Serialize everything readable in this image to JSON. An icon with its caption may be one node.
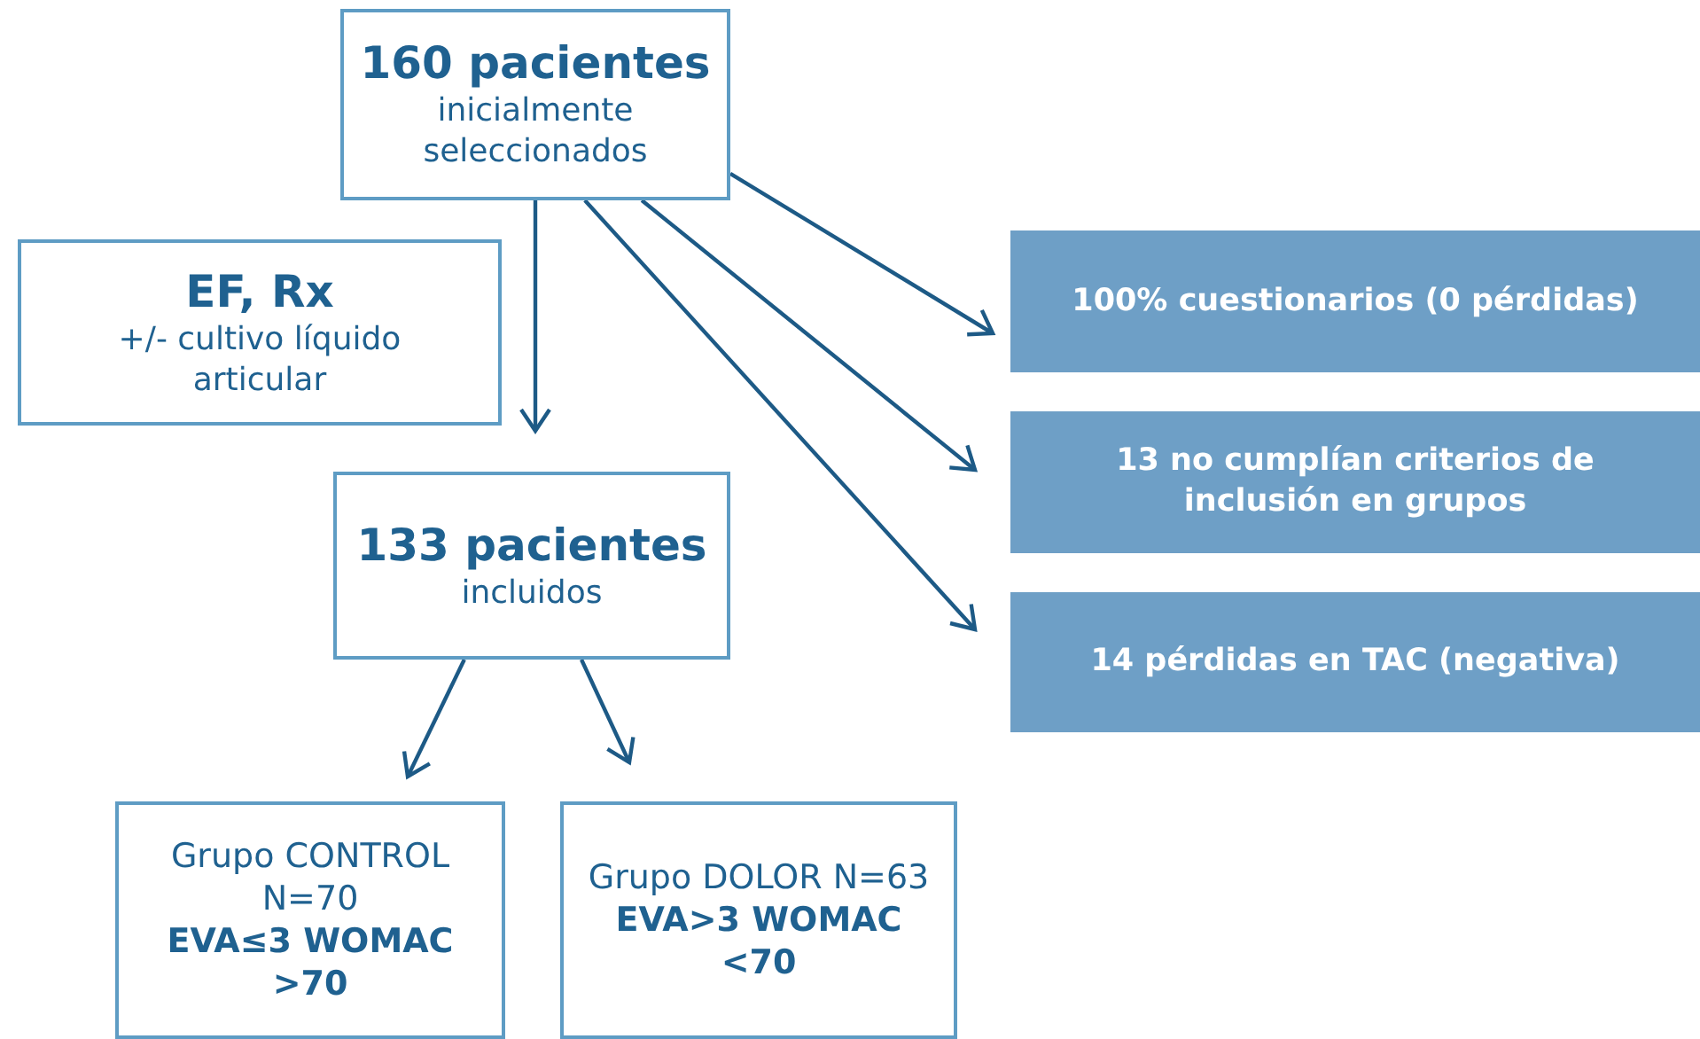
{
  "diagram": {
    "nodes": [
      {
        "text": [
          "160 pacientes",
          "inicialmente seleccionados"
        ]
      },
      {
        "text": [
          "EF, Rx",
          "+/- cultivo líquido articular"
        ]
      },
      {
        "text": [
          "133 pacientes",
          "incluidos"
        ]
      },
      {
        "text": [
          "Grupo CONTROL N=70",
          "EVA≤3 WOMAC >70"
        ]
      },
      {
        "text": [
          "Grupo DOLOR N=63",
          "EVA>3 WOMAC <70"
        ]
      },
      {
        "text": [
          "100% cuestionarios (0 pérdidas)"
        ]
      },
      {
        "text": [
          "13 no cumplían criterios de inclusión en grupos"
        ]
      },
      {
        "text": [
          "14 pérdidas en TAC (negativa)"
        ]
      }
    ],
    "edges": [
      {
        "from": 0,
        "to": 5,
        "arrow": "to"
      },
      {
        "from": 0,
        "to": 6,
        "arrow": "to"
      },
      {
        "from": 0,
        "to": 7,
        "arrow": "to"
      },
      {
        "from": 0,
        "to": 2,
        "arrow": "to"
      },
      {
        "from": 2,
        "to": 3,
        "arrow": "to"
      },
      {
        "from": 2,
        "to": 4,
        "arrow": "to"
      }
    ]
  }
}
